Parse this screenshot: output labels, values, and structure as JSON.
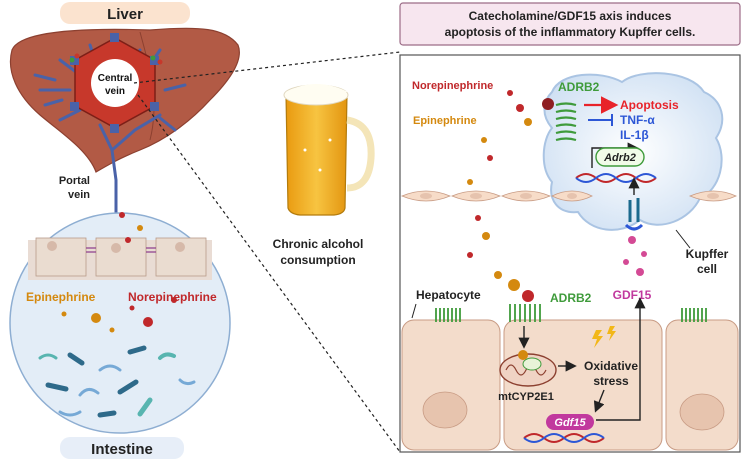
{
  "labels": {
    "liver": "Liver",
    "intestine": "Intestine",
    "central_vein_1": "Central",
    "central_vein_2": "vein",
    "portal_vein_1": "Portal",
    "portal_vein_2": "vein",
    "epinephrine_left": "Epinephrine",
    "norepinephrine_left": "Norepinephrine",
    "chronic_1": "Chronic alcohol",
    "chronic_2": "consumption"
  },
  "panel": {
    "title_line1": "Catecholamine/GDF15 axis induces",
    "title_line2": "apoptosis of the inflammatory Kupffer cells.",
    "norepinephrine": "Norepinephrine",
    "epinephrine": "Epinephrine",
    "adrb2_top": "ADRB2",
    "apoptosis": "Apoptosis",
    "tnf": "TNF-α",
    "il1b": "IL-1β",
    "adrb2_gene": "Adrb2",
    "kupffer_1": "Kupffer",
    "kupffer_2": "cell",
    "gdf15": "GDF15",
    "hepatocyte": "Hepatocyte",
    "adrb2_bottom": "ADRB2",
    "oxidative_1": "Oxidative",
    "oxidative_2": "stress",
    "mtcyp": "mtCYP2E1",
    "gdf15_gene": "Gdf15"
  },
  "colors": {
    "liver": "#b25a45",
    "vein": "#4a62a8",
    "central_hex": "#c7382b",
    "panel_title_bg": "#f7e6ef",
    "panel_title_border": "#9c6c87",
    "norepinephrine": "#c0282b",
    "epinephrine": "#d4890f",
    "adrb2": "#3f9b3b",
    "apoptosis": "#e8232a",
    "inhibit": "#2d57d6",
    "gdf15": "#c1399e",
    "cell_fill": "#f3dccb",
    "kupffer_fill": "#e6eef8",
    "intestine_fill": "#e3edf7",
    "beer": "#f1b320"
  },
  "icons": [
    "liver-icon",
    "beer-mug-icon",
    "mitochondrion-icon",
    "dna-icon",
    "receptor-icon",
    "lightning-icon",
    "bacteria-icon"
  ]
}
